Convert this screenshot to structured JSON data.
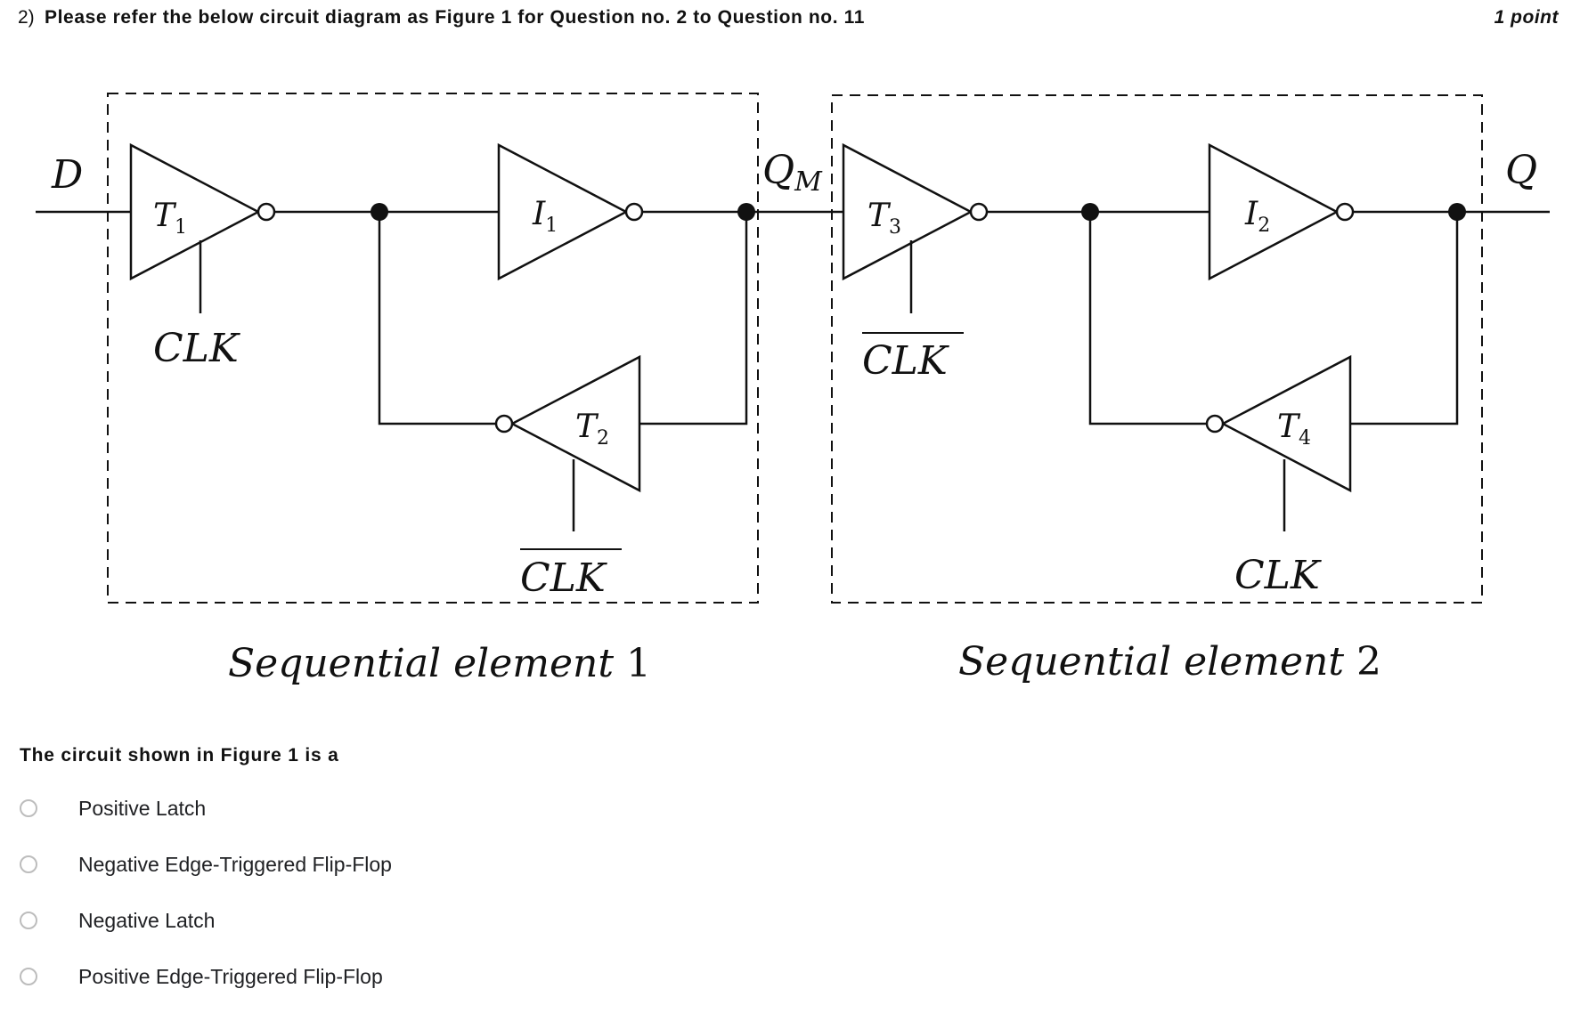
{
  "question": {
    "number": "2)",
    "text": "Please refer the below circuit diagram as  Figure 1 for Question no. 2 to Question no. 11",
    "points": "1 point"
  },
  "figure": {
    "labels": {
      "d": "D",
      "q": "Q",
      "qm": "Q",
      "qm_sub": "M",
      "t1": "T",
      "t1_sub": "1",
      "t2": "T",
      "t2_sub": "2",
      "t3": "T",
      "t3_sub": "3",
      "t4": "T",
      "t4_sub": "4",
      "i1": "I",
      "i1_sub": "1",
      "i2": "I",
      "i2_sub": "2",
      "clk_t1": "CLK",
      "clk_t2": "CLK",
      "clk_t3": "CLK",
      "clk_t4": "CLK",
      "element1": "Sequential element",
      "element1_num": "1",
      "element2": "Sequential element",
      "element2_num": "2"
    }
  },
  "sub_question": "The circuit shown in Figure 1 is a",
  "options": [
    {
      "label": "Positive Latch"
    },
    {
      "label": "Negative Edge-Triggered Flip-Flop"
    },
    {
      "label": "Negative Latch"
    },
    {
      "label": "Positive Edge-Triggered Flip-Flop"
    }
  ]
}
